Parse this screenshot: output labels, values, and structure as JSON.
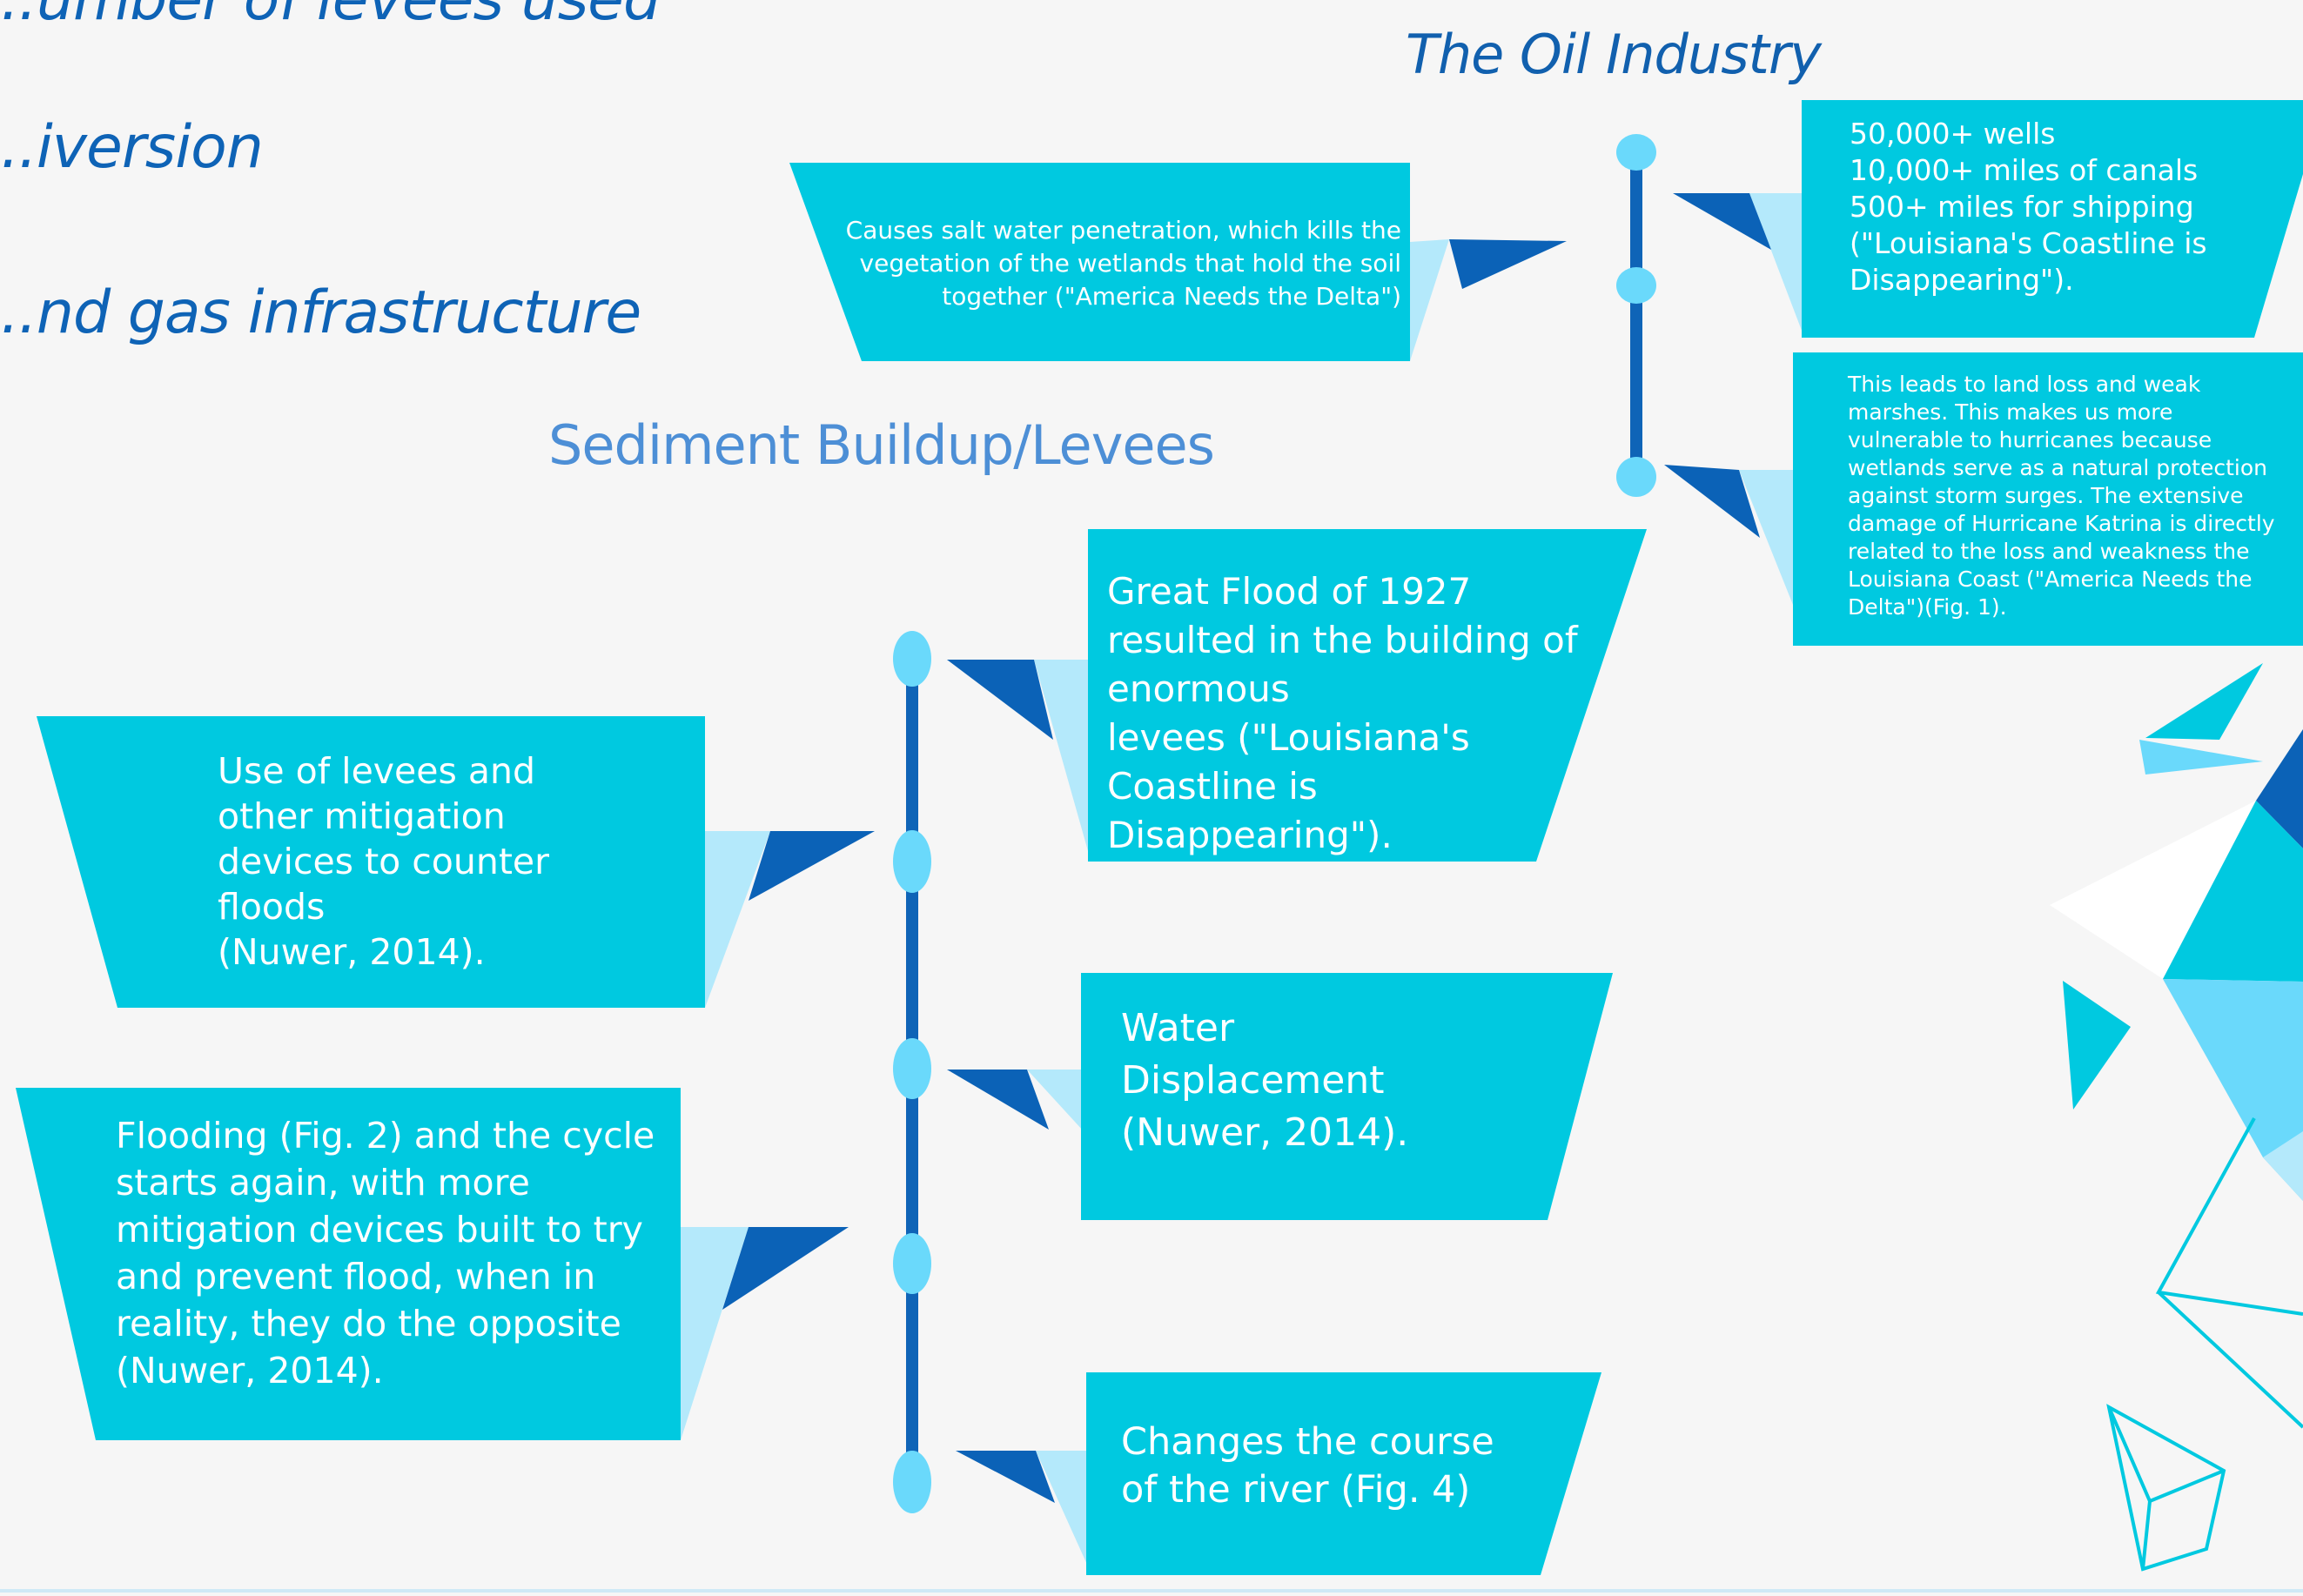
{
  "colors": {
    "background": "#f6f6f6",
    "box": "#00c9e0",
    "flag_light": "#b4e9fb",
    "flag_dark": "#0b62b7",
    "timeline": "#0f64b7",
    "node": "#6ad9fb",
    "heading": "#0e63b6",
    "sediment_title": "#4d8fd6"
  },
  "headings": [
    "...umber of levees used",
    "...iversion",
    "...nd gas infrastructure"
  ],
  "oil_industry": {
    "title": "The Oil Industry",
    "boxes": [
      {
        "id": "salt-water",
        "text": "Causes salt water penetration, which kills the vegetation of the wetlands that hold the soil together (\"America Needs the Delta\")"
      },
      {
        "id": "wells",
        "text": "50,000+ wells\n10,000+ miles of canals\n500+ miles for shipping\n(\"Louisiana's Coastline is Disappearing\")."
      },
      {
        "id": "land-loss",
        "text": "This leads to land loss and weak marshes. This makes us more vulnerable to hurricanes because wetlands serve as a natural protection against storm surges. The extensive damage of Hurricane Katrina is directly related to the loss and weakness the Louisiana Coast (\"America Needs the Delta\")(Fig. 1)."
      }
    ]
  },
  "sediment": {
    "title": "Sediment Buildup/Levees",
    "boxes": [
      {
        "id": "great-flood",
        "text": "Great Flood of 1927 resulted in the building of enormous\nlevees (\"Louisiana's Coastline is Disappearing\")."
      },
      {
        "id": "use-of-levees",
        "text": "Use of levees and other mitigation devices to counter floods\n(Nuwer, 2014)."
      },
      {
        "id": "water-displacement",
        "text": "Water Displacement (Nuwer, 2014)."
      },
      {
        "id": "flooding",
        "text": "Flooding (Fig. 2) and the cycle starts again, with more mitigation devices built to try and prevent flood, when in reality, they do the opposite (Nuwer, 2014)."
      },
      {
        "id": "river-course",
        "text": "Changes the course of the river (Fig. 4)"
      }
    ]
  }
}
